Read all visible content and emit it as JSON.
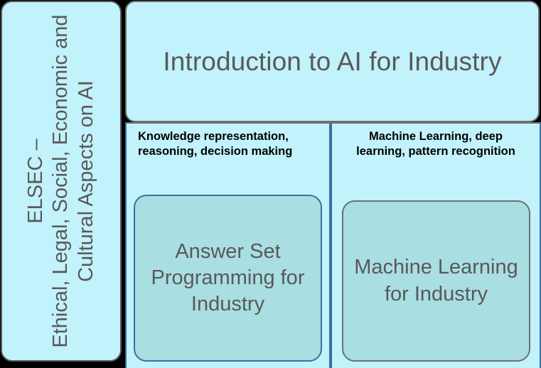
{
  "diagram": {
    "title": "Introduction to AI for Industry",
    "sidebar": {
      "line_1": "ELSEC –",
      "line_2": "Ethical, Legal, Social, Economic and Cultural Aspects on AI"
    },
    "columns": [
      {
        "caption": "Knowledge representation, reasoning, decision making",
        "card_label": "Answer Set Programming for Industry",
        "border_color": "#3a6f9f"
      },
      {
        "caption": "Machine Learning, deep learning, pattern recognition",
        "card_label": "Machine Learning for Industry",
        "border_color": "#6e7070"
      }
    ],
    "colors": {
      "outer_background": "#000000",
      "panel_fill": "#c2f2fc",
      "card_fill": "#a9dee2",
      "text_gray": "#595959",
      "caption_black": "#000000",
      "border_gray": "#6e7070",
      "border_blue": "#3a6f9f"
    }
  }
}
